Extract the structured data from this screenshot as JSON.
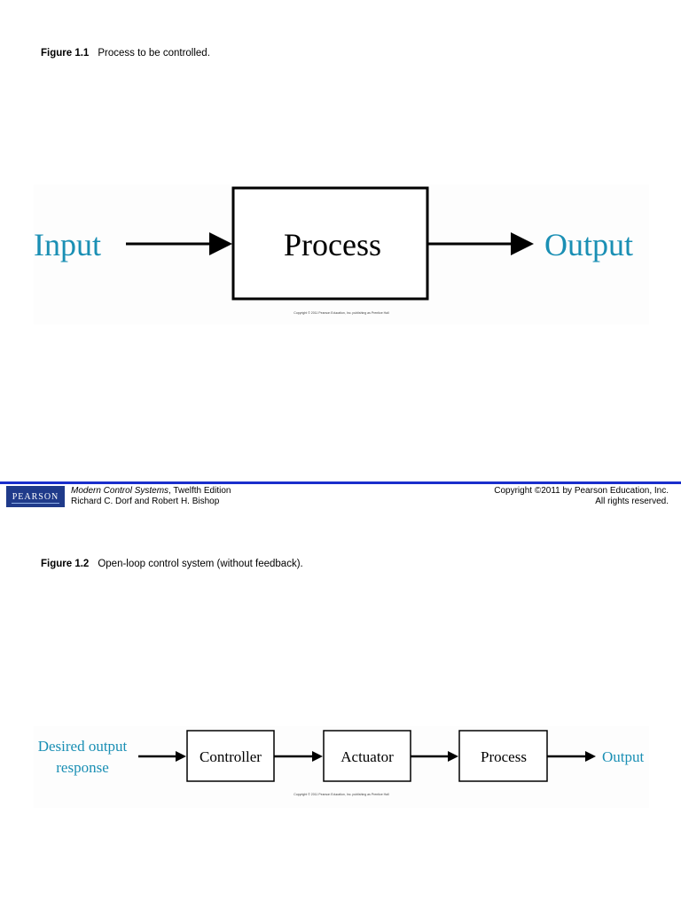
{
  "figure1": {
    "number": "Figure 1.1",
    "caption": "Process to be controlled.",
    "input_label": "Input",
    "process_label": "Process",
    "output_label": "Output",
    "credit": "Copyright © 2011 Pearson Education, Inc. publishing as Prentice Hall"
  },
  "footer": {
    "logo_text": "PEARSON",
    "book_title": "Modern Control Systems",
    "edition": ", Twelfth Edition",
    "authors": "Richard C. Dorf and Robert H. Bishop",
    "copyright": "Copyright ©2011 by Pearson Education, Inc.",
    "rights": "All rights reserved."
  },
  "figure2": {
    "number": "Figure 1.2",
    "caption": "Open-loop control system (without feedback).",
    "input_line1": "Desired output",
    "input_line2": "response",
    "block1": "Controller",
    "block2": "Actuator",
    "block3": "Process",
    "output_label": "Output",
    "credit": "Copyright © 2011 Pearson Education, Inc. publishing as Prentice Hall"
  },
  "colors": {
    "accent": "#1a8fb4",
    "rule": "#1a2ecc",
    "logo": "#1f3a8a"
  }
}
